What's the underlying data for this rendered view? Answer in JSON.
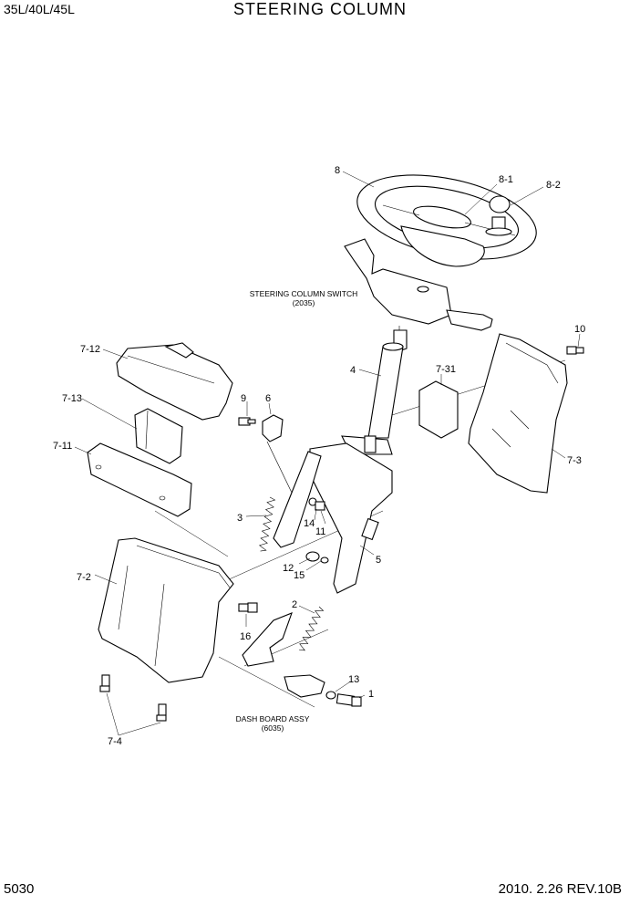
{
  "header": {
    "model": "35L/40L/45L",
    "title": "STEERING COLUMN"
  },
  "footer": {
    "page_number": "5030",
    "revision": "2010. 2.26 REV.10B"
  },
  "callouts": {
    "c8": "8",
    "c8_1": "8-1",
    "c8_2": "8-2",
    "c10": "10",
    "c7_12": "7-12",
    "c4": "4",
    "c7_31": "7-31",
    "c7_13": "7-13",
    "c9": "9",
    "c6": "6",
    "c7_11": "7-11",
    "c7_3": "7-3",
    "c3": "3",
    "c14": "14",
    "c11": "11",
    "c5": "5",
    "c7_2": "7-2",
    "c12": "12",
    "c15": "15",
    "c2": "2",
    "c16": "16",
    "c13": "13",
    "c1": "1",
    "c7_4": "7-4"
  },
  "notes": {
    "steering_switch_line1": "STEERING COLUMN SWITCH",
    "steering_switch_line2": "(2035)",
    "dash_board_line1": "DASH BOARD ASSY",
    "dash_board_line2": "(6035)"
  }
}
